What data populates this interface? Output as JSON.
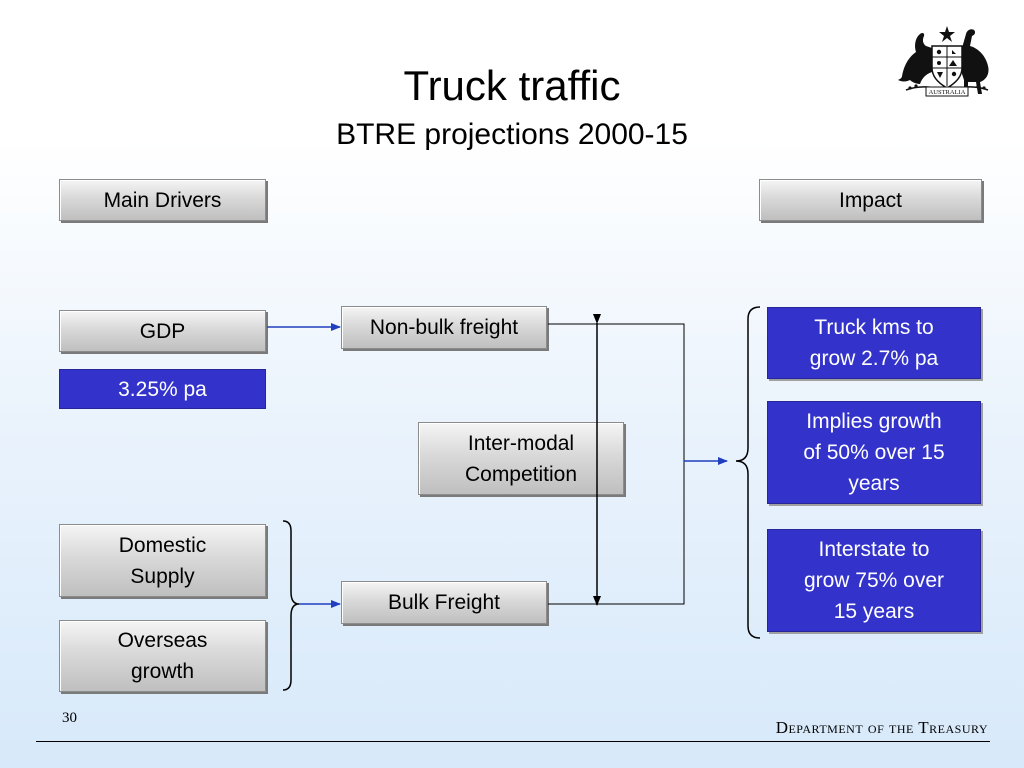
{
  "title": "Truck traffic",
  "subtitle": "BTRE projections 2000-15",
  "crest_text": "AUSTRALIA",
  "headers": {
    "main_drivers": "Main Drivers",
    "impact": "Impact"
  },
  "drivers": {
    "gdp": "GDP",
    "gdp_rate": "3.25% pa",
    "domestic_supply": [
      "Domestic",
      "Supply"
    ],
    "overseas_growth": [
      "Overseas",
      "growth"
    ]
  },
  "middle": {
    "non_bulk": "Non-bulk freight",
    "inter_modal": [
      "Inter-modal",
      "Competition"
    ],
    "bulk": "Bulk Freight"
  },
  "impacts": {
    "truck_kms": [
      "Truck kms to",
      "grow 2.7% pa"
    ],
    "growth_50": [
      "Implies growth",
      "of 50% over 15",
      "years"
    ],
    "interstate": [
      "Interstate to",
      "grow 75% over",
      "15 years"
    ]
  },
  "footer": {
    "page_number": "30",
    "department": "Department of the  Treasury"
  },
  "colors": {
    "impact_box": "#3333cc",
    "line": "#000000",
    "arrow_blue": "#1f3fbf"
  }
}
